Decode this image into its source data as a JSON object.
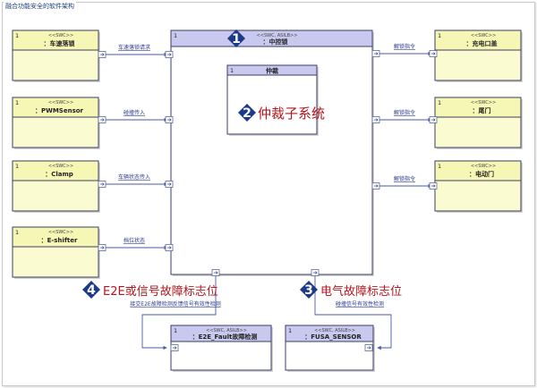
{
  "frame": {
    "title": "融合功能安全的软件架构"
  },
  "components": [
    {
      "id": "cheshu",
      "mult": "1",
      "stereo": "<<SWC>>",
      "name": "：车速落锁",
      "style": "yellow"
    },
    {
      "id": "pwm",
      "mult": "1",
      "stereo": "<<SWC>>",
      "name": "：PWMSensor",
      "style": "yellow"
    },
    {
      "id": "clamp",
      "mult": "1",
      "stereo": "<<SWC>>",
      "name": "：Clamp",
      "style": "yellow"
    },
    {
      "id": "eshifter",
      "mult": "1",
      "stereo": "<<SWC>>",
      "name": "：E-shifter",
      "style": "yellow"
    },
    {
      "id": "central",
      "mult": "1",
      "stereo": "<<SWC, ASILB>>",
      "name": "：中控锁",
      "style": "blue"
    },
    {
      "id": "arb",
      "mult": "1",
      "stereo": "",
      "name": "仲裁",
      "style": "blue-inner"
    },
    {
      "id": "charge",
      "mult": "1",
      "stereo": "<<SWC>>",
      "name": "：充电口盖",
      "style": "yellow"
    },
    {
      "id": "tail",
      "mult": "1",
      "stereo": "<<SWC>>",
      "name": "：尾门",
      "style": "yellow"
    },
    {
      "id": "door",
      "mult": "1",
      "stereo": "<<SWC>>",
      "name": "：电动门",
      "style": "yellow"
    },
    {
      "id": "e2e",
      "mult": "1",
      "stereo": "<<SWC, ASILB>>",
      "name": "：E2E_Fault故障检测",
      "style": "blue"
    },
    {
      "id": "fusa",
      "mult": "1",
      "stereo": "<<SWC, ASILB>>",
      "name": "：FUSA_SENSOR",
      "style": "blue"
    }
  ],
  "connectors": [
    {
      "label": "车速落锁请求"
    },
    {
      "label": "碰撞传入"
    },
    {
      "label": "车辆状态传入"
    },
    {
      "label": "档位状态"
    },
    {
      "label": "解锁指令"
    },
    {
      "label": "解锁指令"
    },
    {
      "label": "解锁指令"
    },
    {
      "label": "接交E2E故障检测反馈信号有效性检测"
    },
    {
      "label": "碰撞信号有效性检测"
    }
  ],
  "callouts": [
    {
      "num": "1",
      "text": ""
    },
    {
      "num": "2",
      "text": "仲裁子系统"
    },
    {
      "num": "3",
      "text": "电气故障标志位"
    },
    {
      "num": "4",
      "text": "E2E或信号故障标志位"
    }
  ],
  "colors": {
    "yellow_fill": "#fbfbd2",
    "yellow_header": "#f7f7b5",
    "blue_header": "#c9c9ef",
    "blue_fill": "#ffffff",
    "border": "#3c3c64",
    "link": "#4a5aa8",
    "callout_badge": "#1b3b8a",
    "callout_text": "#b4141c"
  }
}
